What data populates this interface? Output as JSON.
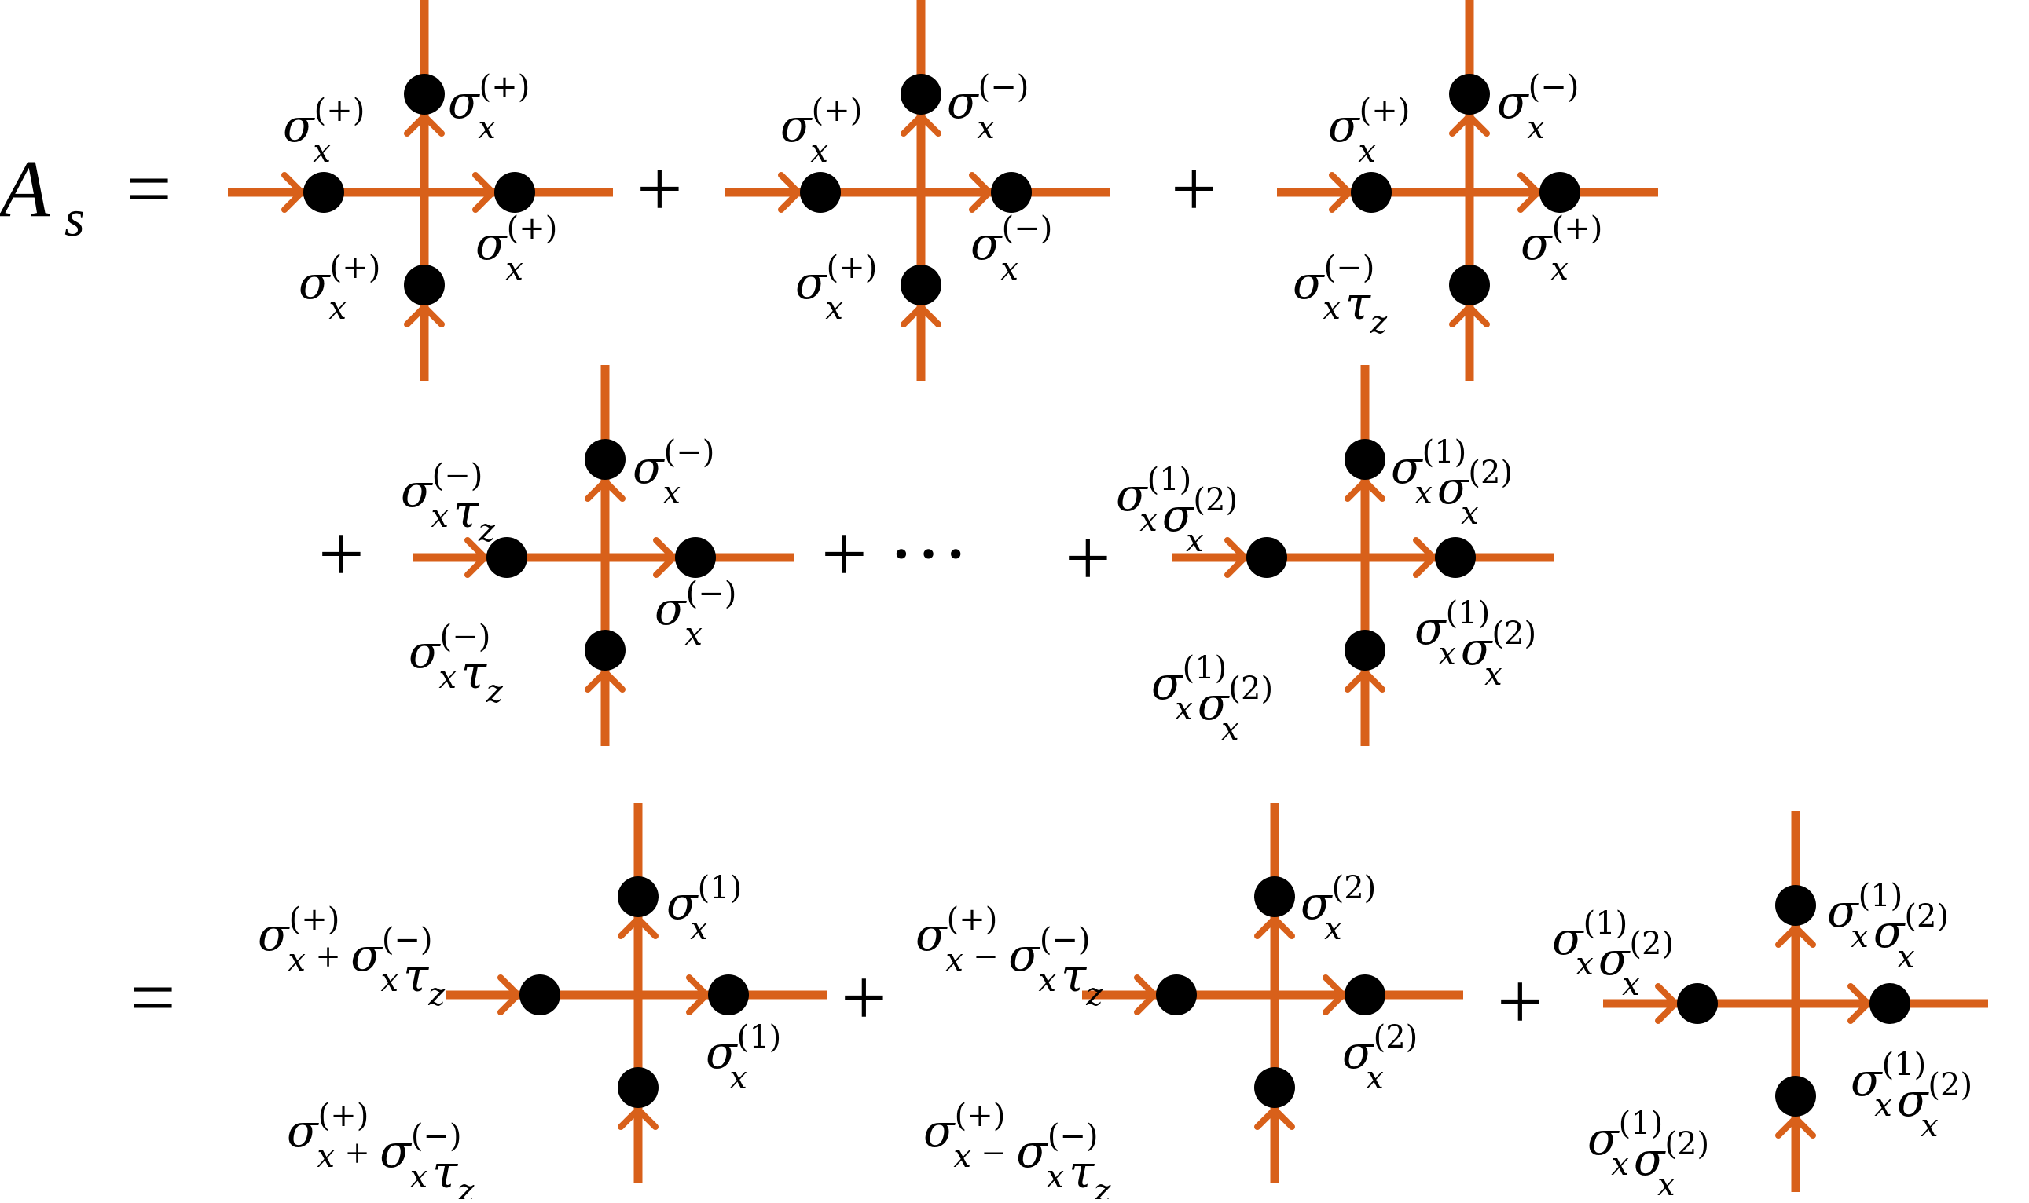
{
  "lhs": {
    "symbol": "A",
    "subscript": "s"
  },
  "operators": {
    "equals": "=",
    "plus": "+",
    "dots": "+ ···"
  },
  "colors": {
    "wire": "#d8601a",
    "dot": "#000000"
  },
  "vertices": [
    {
      "id": "v1",
      "labels": {
        "up": [
          [
            "σ",
            "x",
            "(+)"
          ]
        ],
        "right": [
          [
            "σ",
            "x",
            "(+)"
          ]
        ],
        "down": [
          [
            "σ",
            "x",
            "(+)"
          ]
        ],
        "left": [
          [
            "σ",
            "x",
            "(+)"
          ]
        ]
      }
    },
    {
      "id": "v2",
      "labels": {
        "up": [
          [
            "σ",
            "x",
            "(−)"
          ]
        ],
        "right": [
          [
            "σ",
            "x",
            "(−)"
          ]
        ],
        "down": [
          [
            "σ",
            "x",
            "(+)"
          ]
        ],
        "left": [
          [
            "σ",
            "x",
            "(+)"
          ]
        ]
      }
    },
    {
      "id": "v3",
      "labels": {
        "up": [
          [
            "σ",
            "x",
            "(−)"
          ]
        ],
        "right": [
          [
            "σ",
            "x",
            "(+)"
          ]
        ],
        "down": [
          [
            "σ",
            "x",
            "(−)"
          ],
          [
            "τ",
            "z",
            ""
          ]
        ],
        "left": [
          [
            "σ",
            "x",
            "(+)"
          ]
        ]
      }
    },
    {
      "id": "v4",
      "labels": {
        "up": [
          [
            "σ",
            "x",
            "(−)"
          ]
        ],
        "right": [
          [
            "σ",
            "x",
            "(−)"
          ]
        ],
        "down": [
          [
            "σ",
            "x",
            "(−)"
          ],
          [
            "τ",
            "z",
            ""
          ]
        ],
        "left": [
          [
            "σ",
            "x",
            "(−)"
          ],
          [
            "τ",
            "z",
            ""
          ]
        ]
      }
    },
    {
      "id": "v5",
      "labels": {
        "up": [
          [
            "σ",
            "x",
            "(1)"
          ],
          [
            "σ",
            "x",
            "(2)"
          ]
        ],
        "right": [
          [
            "σ",
            "x",
            "(1)"
          ],
          [
            "σ",
            "x",
            "(2)"
          ]
        ],
        "down": [
          [
            "σ",
            "x",
            "(1)"
          ],
          [
            "σ",
            "x",
            "(2)"
          ]
        ],
        "left": [
          [
            "σ",
            "x",
            "(1)"
          ],
          [
            "σ",
            "x",
            "(2)"
          ]
        ]
      }
    },
    {
      "id": "v6",
      "labels": {
        "up": [
          [
            "σ",
            "x",
            "(1)"
          ]
        ],
        "right": [
          [
            "σ",
            "x",
            "(1)"
          ]
        ],
        "down": [
          [
            "σ",
            "x",
            "(+)"
          ],
          [
            "+",
            "",
            ""
          ],
          [
            "σ",
            "x",
            "(−)"
          ],
          [
            "τ",
            "z",
            ""
          ]
        ],
        "left": [
          [
            "σ",
            "x",
            "(+)"
          ],
          [
            "+",
            "",
            ""
          ],
          [
            "σ",
            "x",
            "(−)"
          ],
          [
            "τ",
            "z",
            ""
          ]
        ]
      }
    },
    {
      "id": "v7",
      "labels": {
        "up": [
          [
            "σ",
            "x",
            "(2)"
          ]
        ],
        "right": [
          [
            "σ",
            "x",
            "(2)"
          ]
        ],
        "down": [
          [
            "σ",
            "x",
            "(+)"
          ],
          [
            "−",
            "",
            ""
          ],
          [
            "σ",
            "x",
            "(−)"
          ],
          [
            "τ",
            "z",
            ""
          ]
        ],
        "left": [
          [
            "σ",
            "x",
            "(+)"
          ],
          [
            "−",
            "",
            ""
          ],
          [
            "σ",
            "x",
            "(−)"
          ],
          [
            "τ",
            "z",
            ""
          ]
        ]
      }
    },
    {
      "id": "v8",
      "labels": {
        "up": [
          [
            "σ",
            "x",
            "(1)"
          ],
          [
            "σ",
            "x",
            "(2)"
          ]
        ],
        "right": [
          [
            "σ",
            "x",
            "(1)"
          ],
          [
            "σ",
            "x",
            "(2)"
          ]
        ],
        "down": [
          [
            "σ",
            "x",
            "(1)"
          ],
          [
            "σ",
            "x",
            "(2)"
          ]
        ],
        "left": [
          [
            "σ",
            "x",
            "(1)"
          ],
          [
            "σ",
            "x",
            "(2)"
          ]
        ]
      }
    }
  ]
}
